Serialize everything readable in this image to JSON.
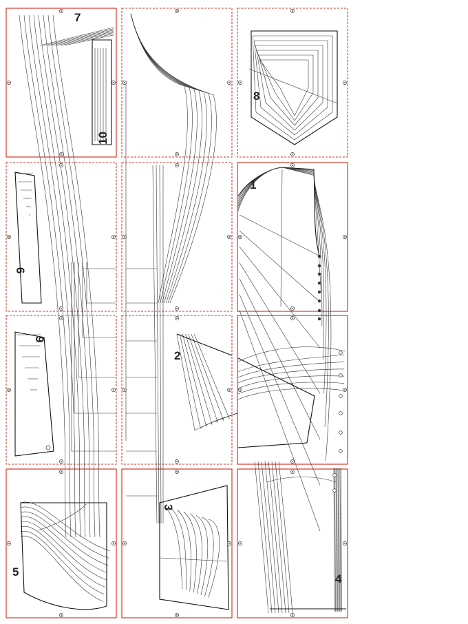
{
  "pattern_pieces": [
    {
      "label": "1"
    },
    {
      "label": "2"
    },
    {
      "label": "3"
    },
    {
      "label": "4"
    },
    {
      "label": "5"
    },
    {
      "label": "6"
    },
    {
      "label": "7"
    },
    {
      "label": "8"
    },
    {
      "label": "9"
    },
    {
      "label": "10"
    }
  ],
  "colors": {
    "tile_border": "#d23a2a",
    "pattern_line": "#333333"
  },
  "sheet": {
    "tiles_columns": 3,
    "tiles_rows": 4
  }
}
